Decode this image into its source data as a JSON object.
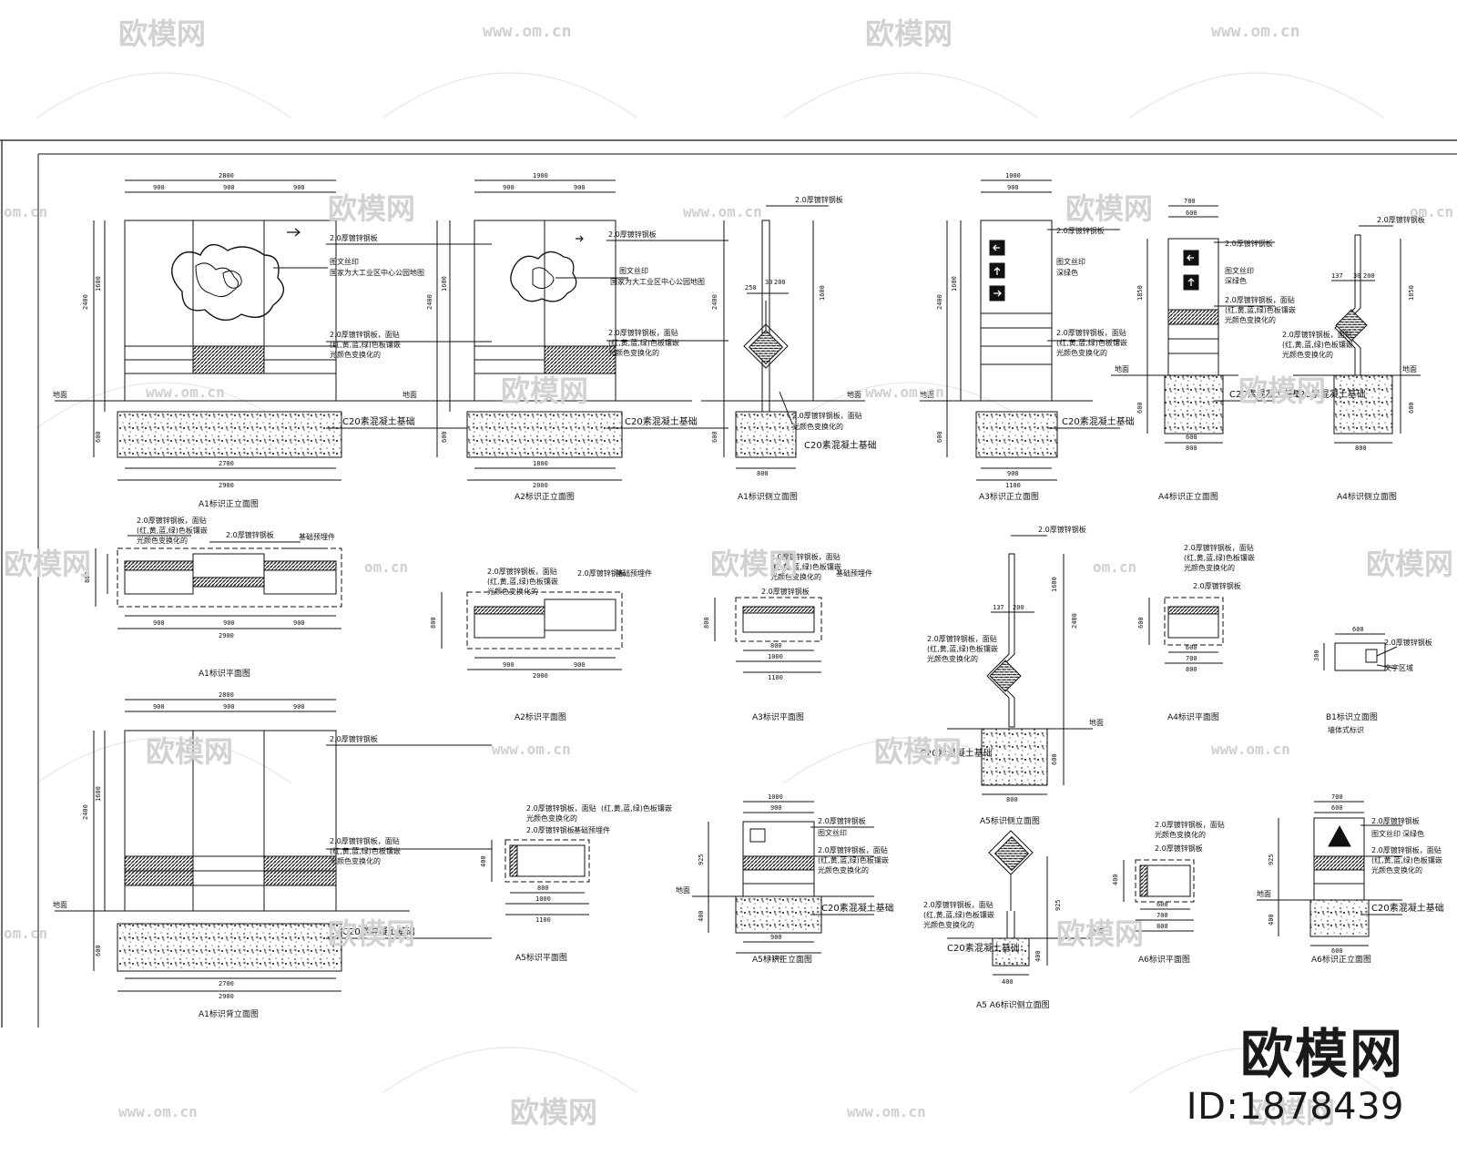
{
  "watermark": {
    "brand": "欧模网",
    "url": "www.om.cn",
    "url_short": "om.cn",
    "stamp_name": "欧模网",
    "stamp_id": "ID:1878439"
  },
  "notes": {
    "steel": "2.0厚镀锌钢板",
    "steel_paint": "2.0厚镀锌钢板，面贴",
    "rgb_film": "(红,黄,蓝,绿)色板镶嵌",
    "rgb_film_alt": "(红,黄,蓝,绿)色板镶嵌",
    "light_change": "光颜色变换化的",
    "silk": "图文丝印",
    "silk_text": "国家为大工业区中心公园地图",
    "color_ink": "深绿色",
    "concrete": "C20素混凝土基础",
    "ground": "地面",
    "pour": "基础预埋件",
    "text_area": "文字区域",
    "wall": "墙体式标识"
  },
  "captions": {
    "a1": "A1标识正立面图",
    "a2": "A2标识正立面图",
    "a3": "A1标识侧立面图",
    "a4": "A3标识正立面图",
    "a5": "A4标识正立面图",
    "a6": "A4标识侧立面图",
    "p1": "A1标识平面图",
    "p2": "A2标识平面图",
    "p3": "A3标识平面图",
    "p4": "A5标识侧立面图",
    "p5": "A4标识平面图",
    "p6": "B1标识立面图",
    "b1": "A1标识背立面图",
    "b2": "A5标识平面图",
    "b3": "A5标识正立面图",
    "b4": "A5 A6标识侧立面图",
    "b5": "A6标识平面图",
    "b6": "A6标识正立面图"
  }
}
